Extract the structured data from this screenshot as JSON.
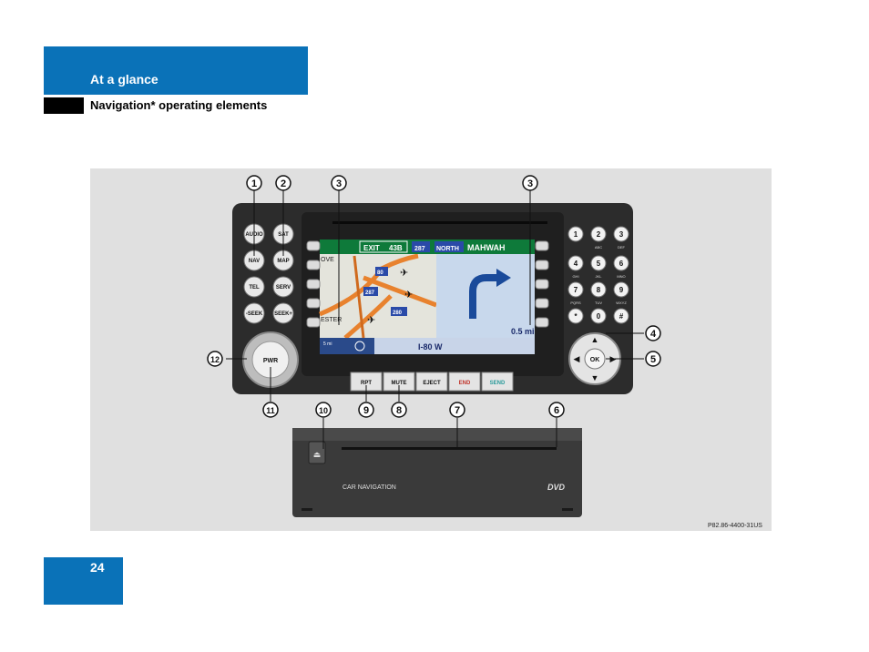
{
  "header": {
    "section": "At a glance",
    "subsection": "Navigation* operating elements"
  },
  "page_number": "24",
  "figure": {
    "ref_code": "P82.86-4400-31US",
    "callouts": [
      "1",
      "2",
      "3",
      "3",
      "4",
      "5",
      "6",
      "7",
      "8",
      "9",
      "10",
      "11",
      "12"
    ],
    "left_buttons": [
      "AUDIO",
      "SAT",
      "NAV",
      "MAP",
      "TEL",
      "SERV",
      "-SEEK",
      "SEEK+"
    ],
    "keypad": [
      "1",
      "2",
      "3",
      "4",
      "5",
      "6",
      "7",
      "8",
      "9",
      "*",
      "0",
      "#"
    ],
    "keypad_sub": [
      "",
      "ABC",
      "DEF",
      "GHI",
      "JKL",
      "MNO",
      "PQRS",
      "TUV",
      "WXYZ",
      "",
      "",
      ""
    ],
    "bottom_buttons": [
      "RPT",
      "MUTE",
      "EJECT",
      "END",
      "SEND"
    ],
    "knob_label": "PWR",
    "ok_label": "OK",
    "screen": {
      "exit_label": "EXIT",
      "exit_number": "43B",
      "route_shield": "287",
      "direction": "NORTH",
      "destination": "MAHWAH",
      "distance": "0.5 mi",
      "current_road": "I-80 W",
      "scale": "5 mi",
      "map_label_left_top": "OVE",
      "map_label_left_bottom": "ESTER",
      "interstate_1": "80",
      "interstate_2": "287",
      "interstate_3": "280"
    },
    "drive": {
      "label": "CAR NAVIGATION",
      "logo": "DVD"
    }
  }
}
